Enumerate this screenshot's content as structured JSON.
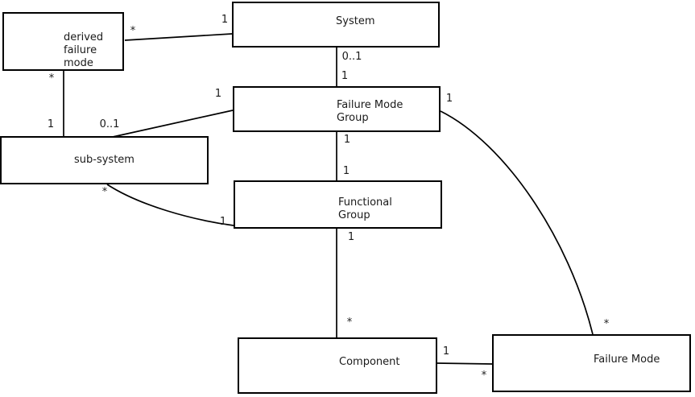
{
  "diagram": {
    "title": "failure-mode entity relationship diagram",
    "background_color": "#ffffff",
    "line_color": "#000000",
    "nodes": [
      {
        "id": "derived-failure-mode",
        "label": "derived\nfailure\nmode"
      },
      {
        "id": "system",
        "label": "System"
      },
      {
        "id": "failure-mode-group",
        "label": "Failure Mode\nGroup"
      },
      {
        "id": "sub-system",
        "label": "sub-system"
      },
      {
        "id": "functional-group",
        "label": "Functional\nGroup"
      },
      {
        "id": "component",
        "label": "Component"
      },
      {
        "id": "failure-mode",
        "label": "Failure Mode"
      }
    ],
    "edges": [
      {
        "from": "derived failure mode",
        "to": "System",
        "from_label": "*",
        "to_label": "1"
      },
      {
        "from": "derived failure mode",
        "to": "sub-system",
        "from_label": "*",
        "to_label": "1"
      },
      {
        "from": "sub-system",
        "to": "Failure Mode Group",
        "from_label": "0..1",
        "to_label": "1"
      },
      {
        "from": "System",
        "to": "Failure Mode Group",
        "from_label": "0..1",
        "to_label": "1"
      },
      {
        "from": "Failure Mode Group",
        "to": "Functional Group",
        "from_label": "1",
        "to_label": "1"
      },
      {
        "from": "Functional Group",
        "to": "Component",
        "from_label": "1",
        "to_label": "*"
      },
      {
        "from": "Component",
        "to": "Failure Mode",
        "from_label": "1",
        "to_label": "*"
      },
      {
        "from": "Failure Mode Group",
        "to": "Failure Mode",
        "from_label": "1",
        "to_label": "*"
      },
      {
        "from": "sub-system",
        "to": "Functional Group",
        "from_label": "*",
        "to_label": "1"
      }
    ]
  }
}
